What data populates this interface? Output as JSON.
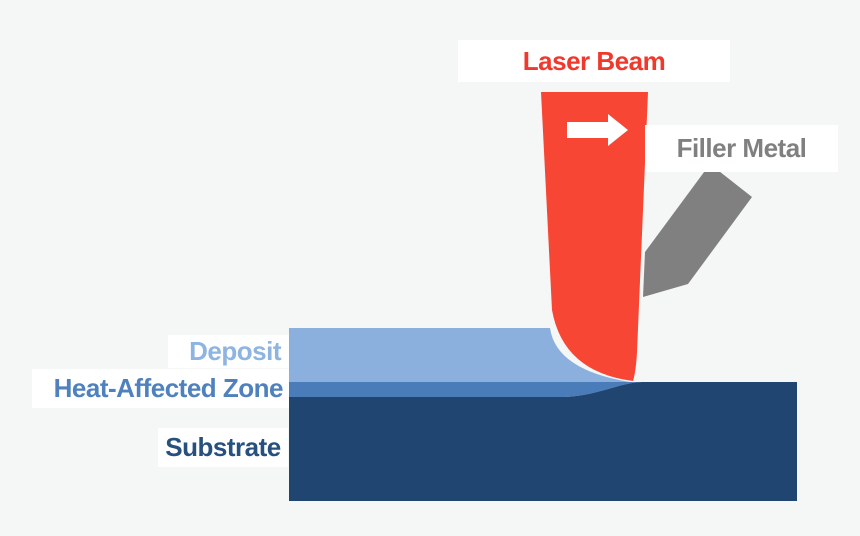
{
  "background": "#F5F6F6",
  "labels": {
    "laser_beam": "Laser Beam",
    "filler_metal": "Filler Metal",
    "deposit": "Deposit",
    "heat_affected_zone": "Heat-Affected Zone",
    "substrate": "Substrate"
  },
  "colors": {
    "laser_beam_fill": "#F74634",
    "laser_beam_text": "#F0392C",
    "filler_metal_fill": "#808080",
    "filler_metal_text": "#808080",
    "deposit_fill": "#8CB0DE",
    "deposit_text": "#8EB4E2",
    "heat_affected_zone_fill": "#4A7CBA",
    "heat_affected_zone_text": "#4F81BD",
    "substrate_fill": "#204571",
    "substrate_text": "#27507E",
    "travel_arrow_fill": "#FFFFFF",
    "label_box_background": "#FFFFFF"
  },
  "icons": {
    "travel_direction_arrow": "right-arrow"
  }
}
